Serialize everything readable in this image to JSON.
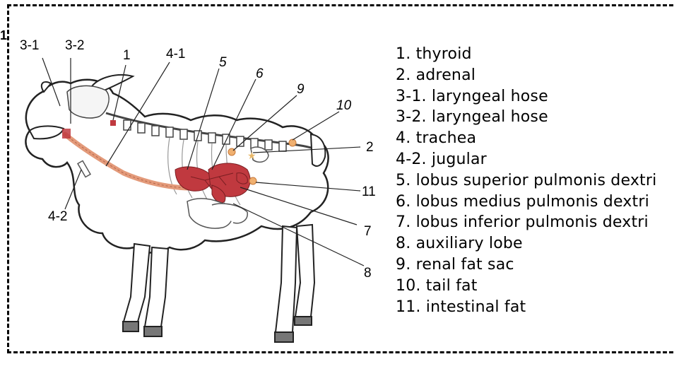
{
  "figure": {
    "corner_label": "1",
    "callouts": {
      "c3_1": "3-1",
      "c3_2": "3-2",
      "c1": "1",
      "c4_1": "4-1",
      "c5": "5",
      "c6": "6",
      "c9": "9",
      "c10": "10",
      "c2": "2",
      "c11": "11",
      "c7": "7",
      "c8": "8",
      "c4_2": "4-2"
    },
    "legend": [
      "1. thyroid",
      "2. adrenal",
      "3-1. laryngeal hose",
      "3-2. laryngeal hose",
      "4. trachea",
      "4-2. jugular",
      "5. lobus superior pulmonis dextri",
      "6. lobus medius pulmonis dextri",
      "7. lobus inferior pulmonis dextri",
      "8. auxiliary lobe",
      "9. renal fat sac",
      "10. tail fat",
      "11. intestinal fat"
    ],
    "colors": {
      "lung": "#c0393f",
      "trachea": "#e39a7a",
      "fat": "#f0b070",
      "adrenal": "#e8b86a",
      "outline": "#222222"
    }
  }
}
